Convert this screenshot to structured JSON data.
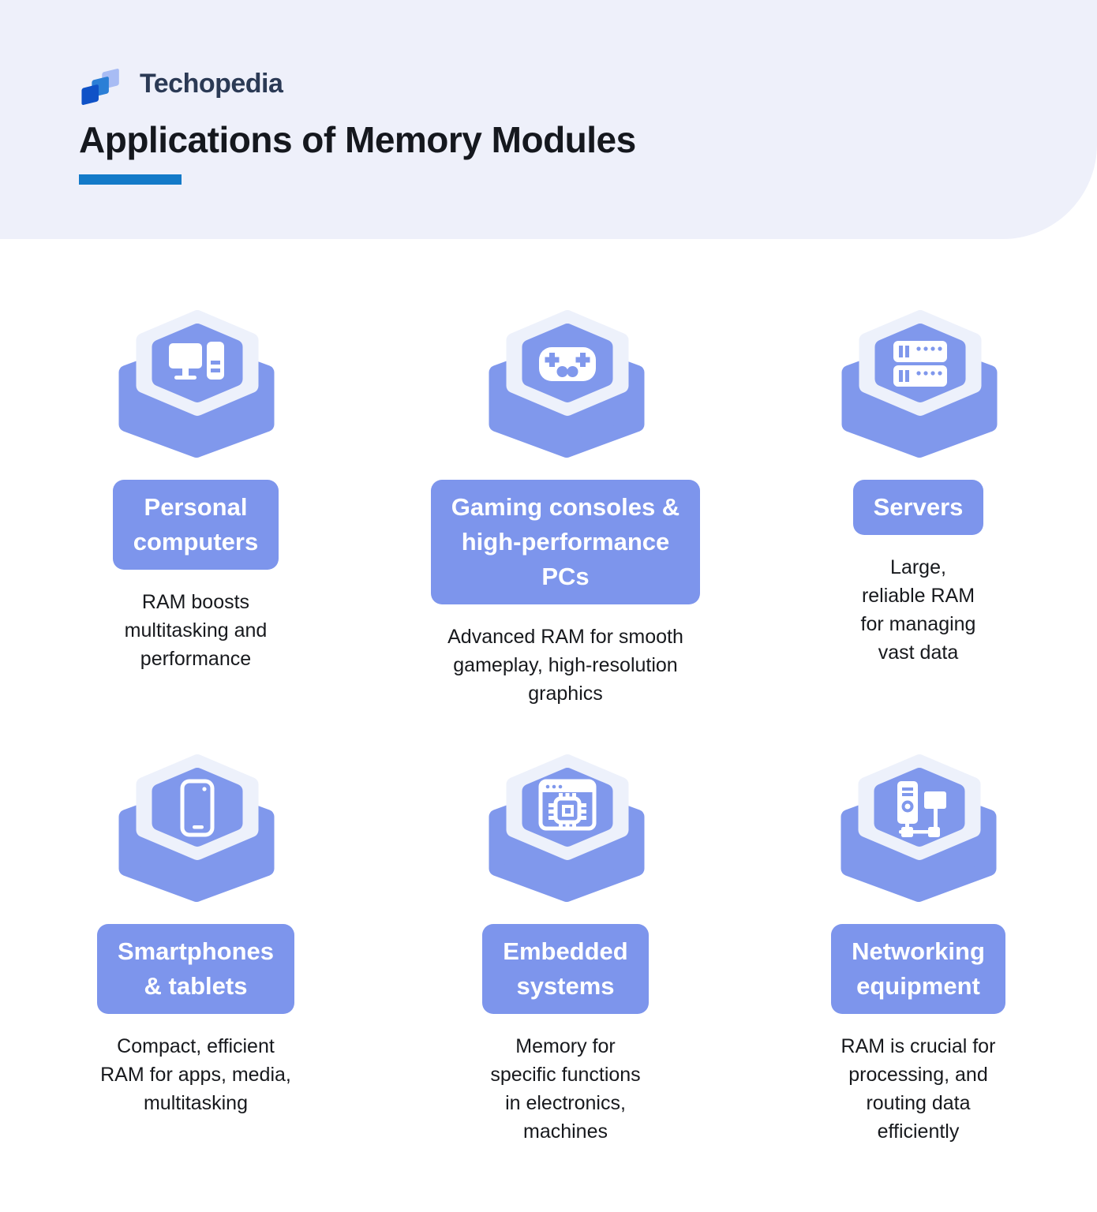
{
  "header": {
    "brand": "Techopedia",
    "logo_icon": "techopedia-logo-icon",
    "title": "Applications of Memory Modules"
  },
  "colors": {
    "header_bg": "#EEF0FA",
    "hex_blue": "#8098EC",
    "hex_light": "#EDF1FB",
    "label_bg": "#7D95EC",
    "label_text": "#FFFFFF",
    "title_text": "#15181E",
    "body_text": "#17191D",
    "underline": "#137AC8",
    "brand_text": "#2B3A55",
    "logo_dark_blue": "#0F52C7",
    "logo_mid_blue": "#2B7FD6",
    "logo_light_blue": "#A8BCF4",
    "icon_fill": "#FFFFFF"
  },
  "cards": [
    {
      "icon": "desktop-computer-icon",
      "label": "Personal\ncomputers",
      "description": "RAM boosts\nmultitasking and\nperformance"
    },
    {
      "icon": "game-controller-icon",
      "label": "Gaming consoles &\nhigh-performance\nPCs",
      "description": "Advanced RAM for smooth\ngameplay, high-resolution\ngraphics"
    },
    {
      "icon": "server-rack-icon",
      "label": "Servers",
      "description": "Large,\nreliable RAM\nfor managing\nvast data"
    },
    {
      "icon": "smartphone-icon",
      "label": "Smartphones\n& tablets",
      "description": "Compact, efficient\nRAM for apps, media,\nmultitasking"
    },
    {
      "icon": "embedded-chip-icon",
      "label": "Embedded\nsystems",
      "description": "Memory for\nspecific functions\nin electronics,\nmachines"
    },
    {
      "icon": "network-equipment-icon",
      "label": "Networking\nequipment",
      "description": "RAM is crucial for\nprocessing, and\nrouting data\nefficiently"
    }
  ]
}
